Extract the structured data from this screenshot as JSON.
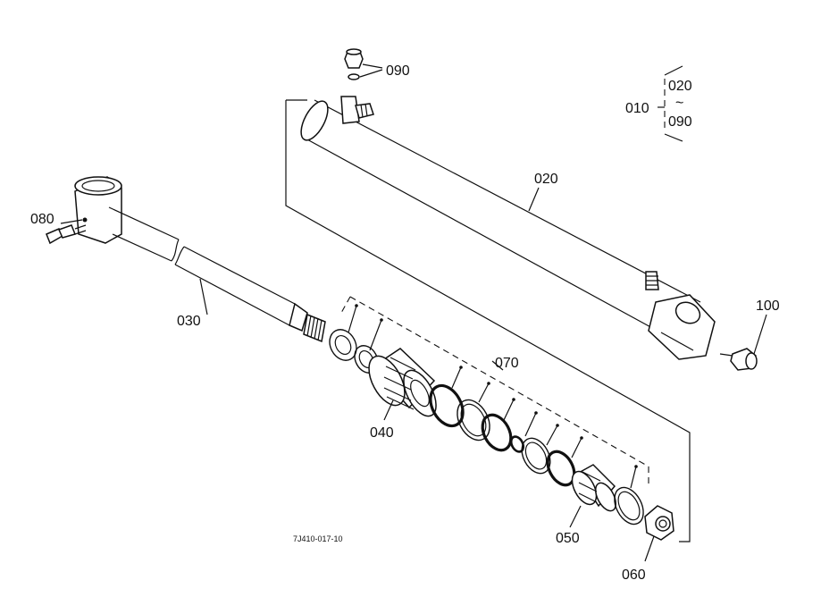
{
  "diagram": {
    "drawing_number": "7J410-017-10",
    "group_label": {
      "assembly": "010",
      "range_start": "020",
      "range_tilde": "~",
      "range_end": "090"
    },
    "part_labels": {
      "p020": "020",
      "p030": "030",
      "p040": "040",
      "p050": "050",
      "p060": "060",
      "p070": "070",
      "p080": "080",
      "p090": "090",
      "p100": "100"
    }
  }
}
